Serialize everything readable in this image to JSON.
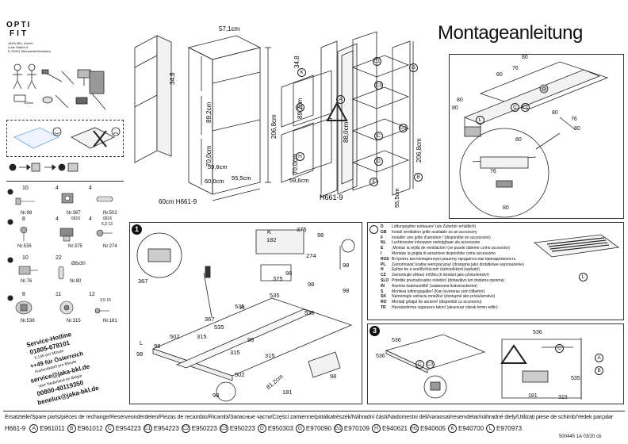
{
  "header": {
    "brand_line1": "OPTI",
    "brand_line2": "FIT",
    "company": [
      "JAKA-BKL GmbH",
      "Lohe Straße 5",
      "D-32051 Steinwede/Westfalen"
    ],
    "title": "Montageanleitung"
  },
  "dimensions": {
    "d1": "57,1cm",
    "d2": "34,8",
    "d3": "89,2cm",
    "d4": "206,8cm",
    "d5": "70,0cm",
    "d6": "59,6cm",
    "d7": "60,0cm",
    "d8": "55,5cm",
    "product_left": "60cm H661-9",
    "product_right": "H661-9",
    "exp_d1": "34,8",
    "exp_d2": "89,2cm",
    "exp_d3": "70,0cm",
    "exp_d4": "59,6cm",
    "exp_d5": "88,0cm",
    "exp_d6": "206,8cm",
    "exp_d7": "55,5cm"
  },
  "panel_letters": [
    "K",
    "H1",
    "H",
    "A",
    "C1",
    "G",
    "C3",
    "C",
    "G1",
    "D",
    "E",
    "B"
  ],
  "hardware": [
    {
      "qty": "10",
      "ref": "Nr.98"
    },
    {
      "qty": "4",
      "ref": "Nr.367"
    },
    {
      "qty": "4",
      "ref": "Nr.502"
    },
    {
      "qty": "8",
      "ref": "Nr.535"
    },
    {
      "qty": "4",
      "ref": "Nr.375",
      "extra": "6816"
    },
    {
      "qty": "4",
      "ref": "Nr.274",
      "extra": "6816"
    },
    {
      "qty": "10",
      "ref": "Nr.76"
    },
    {
      "qty": "22",
      "ref": "Nr.80",
      "extra": "Ø8x30"
    },
    {
      "qty": "8",
      "ref": "Nr.536"
    },
    {
      "qty": "11",
      "ref": "Nr.315"
    },
    {
      "qty": "12",
      "ref": "Nr.181",
      "extra": "3,5 15"
    }
  ],
  "hardware_extra": {
    "screw_size": "6,3 13"
  },
  "service": {
    "title": "Service-Hotline",
    "phone": "01805-678101",
    "price": "0,14€ pro Minute",
    "austria": "++49 für Österreich",
    "austria_note": "Auslandstarif pro Minute",
    "email1": "service@jaka-bkl.de",
    "benelux_note": "voor Nederland en Belgie",
    "phone2": "00800-40119350",
    "email2": "benelux@jaka-bkl.de"
  },
  "step1": {
    "number": "1",
    "labels": [
      "367",
      "98",
      "375",
      "274",
      "182",
      "375",
      "98",
      "98",
      "535",
      "535",
      "535",
      "535",
      "98",
      "315",
      "98",
      "502",
      "98",
      "315",
      "98",
      "502",
      "315",
      "98",
      "181",
      "81,2cm",
      "K",
      "L",
      "A",
      "K",
      "98",
      "98",
      "367",
      "535",
      "98",
      "98",
      "181"
    ]
  },
  "step2_languages": [
    {
      "code": "D",
      "text": "Lüftungsgitter einbauen! (als Zubehör erhältlich)"
    },
    {
      "code": "GB",
      "text": "Install ventilation grille available as an accessory"
    },
    {
      "code": "F",
      "text": "Installer une grille d'aération ! (disponible en accessoire)"
    },
    {
      "code": "NL",
      "text": "Luchtrooster inbouwen verkrijgbaar als accessoire"
    },
    {
      "code": "E",
      "text": "¡Montar la rejilla de ventilación! (se puede obtener como accesorio)"
    },
    {
      "code": "I",
      "text": "Montare la griglia di aerazione disponibile come accessorio"
    },
    {
      "code": "RUS",
      "text": "Встроить вентиляционную решетку продается как принадлежность"
    },
    {
      "code": "PL",
      "text": "Zamontować kratkę wentylacyjną! (dostępna jako dodatkowe wyposażenie)"
    },
    {
      "code": "H",
      "text": "Építse be a szellőzőrácsot! (tartozékként kapható)"
    },
    {
      "code": "CZ",
      "text": "Zamontujte větrací mřížku (k dostání jako příslušenství)"
    },
    {
      "code": "SLO",
      "text": "Pritrdite prezračevalno rešetko! (dobavljivo kot dodatna oprema)"
    },
    {
      "code": "IN",
      "text": "Asenna tuuletusritilä! (saatavana lisävarusteena)"
    },
    {
      "code": "S",
      "text": "Montera luftningsgaller! (Kan levereras som tillbehör)"
    },
    {
      "code": "SK",
      "text": "Namontujte vetraciu mriežku! (dostupné ako príslušenstvo)"
    },
    {
      "code": "RO",
      "text": "Montați grilajul de aerisire! (disponibil ca accesoriu)"
    },
    {
      "code": "TR",
      "text": "Havalandırma ızgarasını takın! (aksesuar olarak temin edilir)"
    }
  ],
  "step2_letter": "L",
  "top_right_dims": [
    "80",
    "76",
    "80",
    "80",
    "80",
    "80",
    "76",
    "80",
    "80",
    "C",
    "C1",
    "L",
    "76",
    "80"
  ],
  "step3": {
    "number": "3",
    "labels": [
      "536",
      "536",
      "C",
      "C3",
      "C",
      "536",
      "A",
      "B",
      "535",
      "181",
      "315"
    ]
  },
  "footer": {
    "spare_parts_header": "Ersatzteile/Spare parts/pièces de rechange/Reserveonderdelen/Piezas de recambio/Ricambi/Запасные части/Części zamienne/pótalkatrészek/Náhradní části/Nadomestni deli/varaosat/reservdelar/náhradné diely/Utilizați piese de schimb/Yedek parçalar",
    "model": "H661-9",
    "parts": [
      {
        "letter": "A",
        "code": "E961011"
      },
      {
        "letter": "B",
        "code": "E961012"
      },
      {
        "letter": "C",
        "code": "E954223"
      },
      {
        "letter": "C1",
        "code": "E954223"
      },
      {
        "letter": "C2",
        "code": "E950223"
      },
      {
        "letter": "C3",
        "code": "E950223"
      },
      {
        "letter": "D",
        "code": "E950303"
      },
      {
        "letter": "G",
        "code": "E970090"
      },
      {
        "letter": "G1",
        "code": "E970109"
      },
      {
        "letter": "H",
        "code": "E940621"
      },
      {
        "letter": "H1",
        "code": "E940605"
      },
      {
        "letter": "K",
        "code": "E940700"
      },
      {
        "letter": "L",
        "code": "E970973"
      }
    ],
    "doc_number": "500445 1A",
    "doc_date": "03/20",
    "doc_suffix": "cb"
  }
}
